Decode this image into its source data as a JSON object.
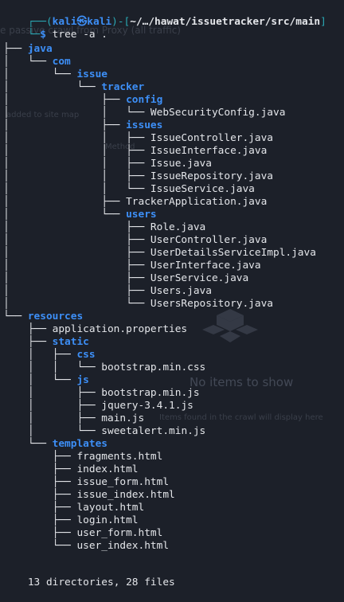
{
  "prompt": {
    "corner_top": "┌──(",
    "user": "kali",
    "at": "㉿",
    "host": "kali",
    "mid": ")-[",
    "path": "~/…/hawat/issuetracker/src/main",
    "close": "]",
    "corner_bottom": "└─",
    "dollar": "$",
    "command": " tree -a ."
  },
  "background_overlay": {
    "caption_top": "e passive crawl from Proxy (all traffic)",
    "added_label": "added to site map",
    "method_label": "Method",
    "empty_title": "No items to show",
    "empty_sub": "Items found in the crawl will display here"
  },
  "tree": {
    "root": ".",
    "lines": [
      {
        "prefix": "├── ",
        "name": "java",
        "type": "dir"
      },
      {
        "prefix": "│   └── ",
        "name": "com",
        "type": "dir"
      },
      {
        "prefix": "│       └── ",
        "name": "issue",
        "type": "dir"
      },
      {
        "prefix": "│           └── ",
        "name": "tracker",
        "type": "dir"
      },
      {
        "prefix": "│               ├── ",
        "name": "config",
        "type": "dir"
      },
      {
        "prefix": "│               │   └── ",
        "name": "WebSecurityConfig.java",
        "type": "file"
      },
      {
        "prefix": "│               ├── ",
        "name": "issues",
        "type": "dir"
      },
      {
        "prefix": "│               │   ├── ",
        "name": "IssueController.java",
        "type": "file"
      },
      {
        "prefix": "│               │   ├── ",
        "name": "IssueInterface.java",
        "type": "file"
      },
      {
        "prefix": "│               │   ├── ",
        "name": "Issue.java",
        "type": "file"
      },
      {
        "prefix": "│               │   ├── ",
        "name": "IssueRepository.java",
        "type": "file"
      },
      {
        "prefix": "│               │   └── ",
        "name": "IssueService.java",
        "type": "file"
      },
      {
        "prefix": "│               ├── ",
        "name": "TrackerApplication.java",
        "type": "file"
      },
      {
        "prefix": "│               └── ",
        "name": "users",
        "type": "dir"
      },
      {
        "prefix": "│                   ├── ",
        "name": "Role.java",
        "type": "file"
      },
      {
        "prefix": "│                   ├── ",
        "name": "UserController.java",
        "type": "file"
      },
      {
        "prefix": "│                   ├── ",
        "name": "UserDetailsServiceImpl.java",
        "type": "file"
      },
      {
        "prefix": "│                   ├── ",
        "name": "UserInterface.java",
        "type": "file"
      },
      {
        "prefix": "│                   ├── ",
        "name": "UserService.java",
        "type": "file"
      },
      {
        "prefix": "│                   ├── ",
        "name": "Users.java",
        "type": "file"
      },
      {
        "prefix": "│                   └── ",
        "name": "UsersRepository.java",
        "type": "file"
      },
      {
        "prefix": "└── ",
        "name": "resources",
        "type": "dir"
      },
      {
        "prefix": "    ├── ",
        "name": "application.properties",
        "type": "file"
      },
      {
        "prefix": "    ├── ",
        "name": "static",
        "type": "dir"
      },
      {
        "prefix": "    │   ├── ",
        "name": "css",
        "type": "dir"
      },
      {
        "prefix": "    │   │   └── ",
        "name": "bootstrap.min.css",
        "type": "file"
      },
      {
        "prefix": "    │   └── ",
        "name": "js",
        "type": "dir"
      },
      {
        "prefix": "    │       ├── ",
        "name": "bootstrap.min.js",
        "type": "file"
      },
      {
        "prefix": "    │       ├── ",
        "name": "jquery-3.4.1.js",
        "type": "file"
      },
      {
        "prefix": "    │       ├── ",
        "name": "main.js",
        "type": "file"
      },
      {
        "prefix": "    │       └── ",
        "name": "sweetalert.min.js",
        "type": "file"
      },
      {
        "prefix": "    └── ",
        "name": "templates",
        "type": "dir"
      },
      {
        "prefix": "        ├── ",
        "name": "fragments.html",
        "type": "file"
      },
      {
        "prefix": "        ├── ",
        "name": "index.html",
        "type": "file"
      },
      {
        "prefix": "        ├── ",
        "name": "issue_form.html",
        "type": "file"
      },
      {
        "prefix": "        ├── ",
        "name": "issue_index.html",
        "type": "file"
      },
      {
        "prefix": "        ├── ",
        "name": "layout.html",
        "type": "file"
      },
      {
        "prefix": "        ├── ",
        "name": "login.html",
        "type": "file"
      },
      {
        "prefix": "        ├── ",
        "name": "user_form.html",
        "type": "file"
      },
      {
        "prefix": "        └── ",
        "name": "user_index.html",
        "type": "file"
      }
    ]
  },
  "summary": "13 directories, 28 files",
  "colors": {
    "background": "#1c2029",
    "directory": "#3d8ff7",
    "prompt_bracket": "#2aa8b4",
    "text": "#e4e6ea"
  }
}
